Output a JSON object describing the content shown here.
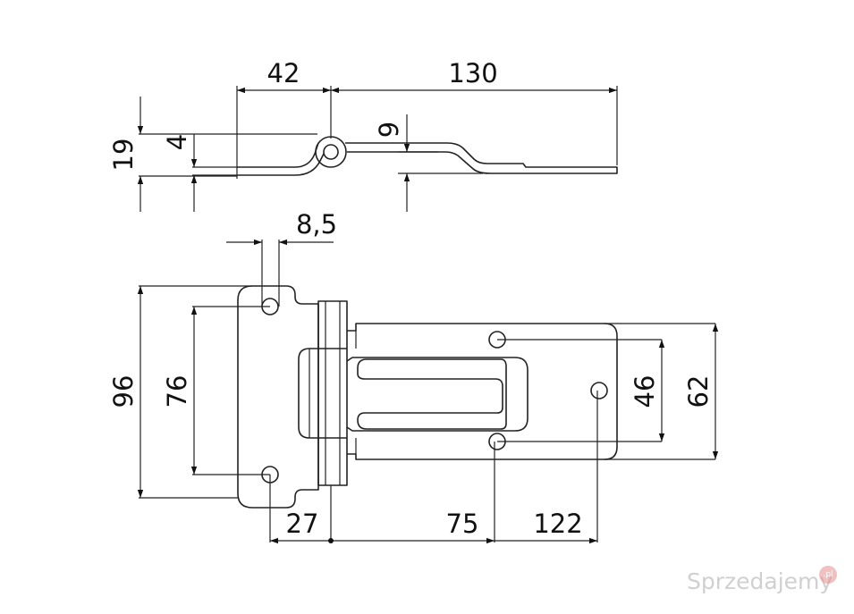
{
  "side_view": {
    "dim_width_left": "42",
    "dim_width_right": "130",
    "dim_height_total": "19",
    "dim_thickness": "4",
    "dim_offset": "9"
  },
  "top_view": {
    "dim_hole_dia": "8,5",
    "dim_height_total": "96",
    "dim_hole_spacing_left": "76",
    "dim_hole_spacing_right": "46",
    "dim_plate_height": "62",
    "dim_bottom_1": "27",
    "dim_bottom_2": "75",
    "dim_bottom_3": "122"
  },
  "watermark": {
    "text": "Sprzedajemy",
    "badge": ".pl"
  }
}
